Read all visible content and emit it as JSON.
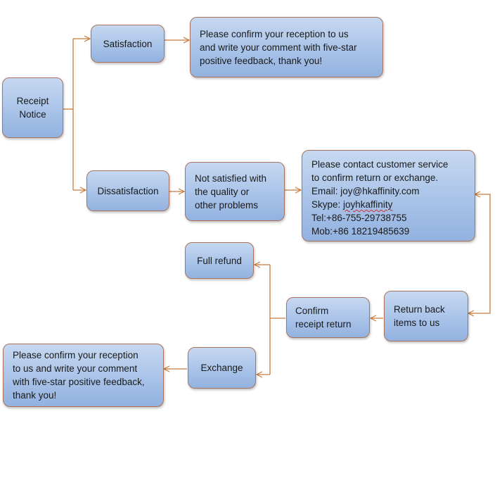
{
  "nodes": {
    "receipt_notice": "Receipt\nNotice",
    "satisfaction": "Satisfaction",
    "satisfaction_message": "Please confirm your reception to us\nand write your comment with five-star\npositive feedback, thank you!",
    "dissatisfaction": "Dissatisfaction",
    "not_satisfied": "Not satisfied with\nthe quality or\nother problems",
    "contact": {
      "line1": "Please contact customer service",
      "line2": "to confirm return or exchange.",
      "email": "Email: joy@hkaffinity.com",
      "skype_prefix": "Skype: ",
      "skype_id": "joyhkaffinity",
      "tel": "Tel:+86-755-29738755",
      "mob": "Mob:+86 18219485639"
    },
    "return_back": "Return back\nitems to us",
    "confirm_receipt_return": "Confirm\nreceipt return",
    "full_refund": "Full refund",
    "exchange": "Exchange",
    "exchange_message": "Please confirm your reception\nto us and write your comment\nwith five-star positive feedback,\nthank you!"
  },
  "colors": {
    "box_fill": "#a9c3e8",
    "box_border": "#a8735a",
    "connector": "#c87a3a"
  }
}
